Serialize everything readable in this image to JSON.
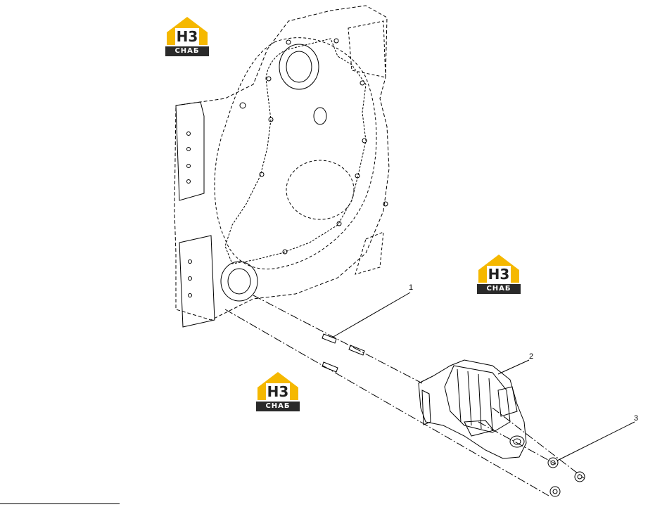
{
  "callouts": [
    {
      "label": "1"
    },
    {
      "label": "2"
    },
    {
      "label": "3"
    }
  ],
  "watermark": {
    "monogram": "H3",
    "text": "СНАБ",
    "accent_color": "#f5b800",
    "dark_color": "#2a2a2a"
  },
  "colors": {
    "line": "#000000",
    "background": "#ffffff"
  }
}
